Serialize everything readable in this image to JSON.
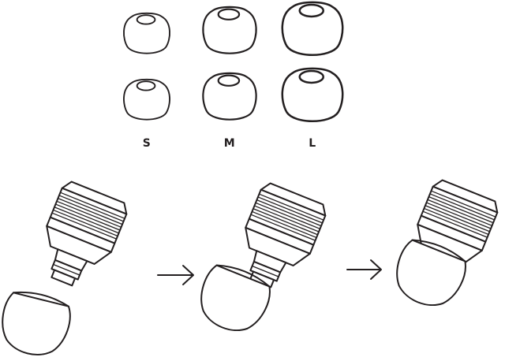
{
  "diagram": {
    "sizes": [
      {
        "label": "S"
      },
      {
        "label": "M"
      },
      {
        "label": "L"
      }
    ],
    "steps": [
      "tip-detached",
      "tip-partially-attached",
      "tip-attached"
    ],
    "colors": {
      "ink": "#231f20",
      "background": "#ffffff"
    }
  }
}
